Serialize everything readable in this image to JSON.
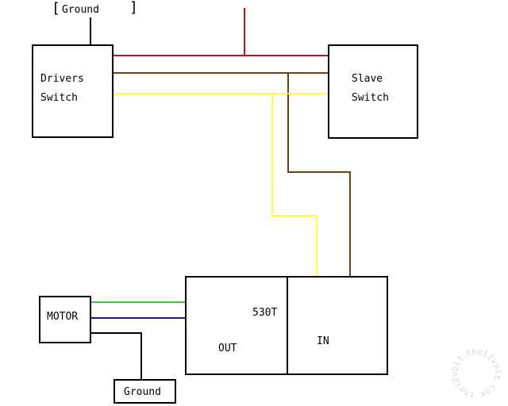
{
  "diagram": {
    "top_note": {
      "bracket_open": "[",
      "label": "Ground",
      "bracket_close": "]"
    },
    "boxes": {
      "drivers_switch": {
        "lines": [
          "Drivers",
          "Switch"
        ]
      },
      "slave_switch": {
        "lines": [
          "Slave",
          "Switch"
        ]
      },
      "relay_unit": {
        "model": "530T",
        "out_label": "OUT",
        "in_label": "IN"
      },
      "motor": {
        "label": "MOTOR"
      },
      "ground": {
        "label": "Ground"
      }
    },
    "wire_colors": {
      "red": "#c01515",
      "brown": "#7a3c0e",
      "yellow": "#ffff3c",
      "green": "#3ec43e",
      "blue": "#1a1a88",
      "black": "#000000"
    },
    "watermark": {
      "text": "the12volt.com",
      "circle_text": "the12volt.com the12volt.com"
    }
  }
}
